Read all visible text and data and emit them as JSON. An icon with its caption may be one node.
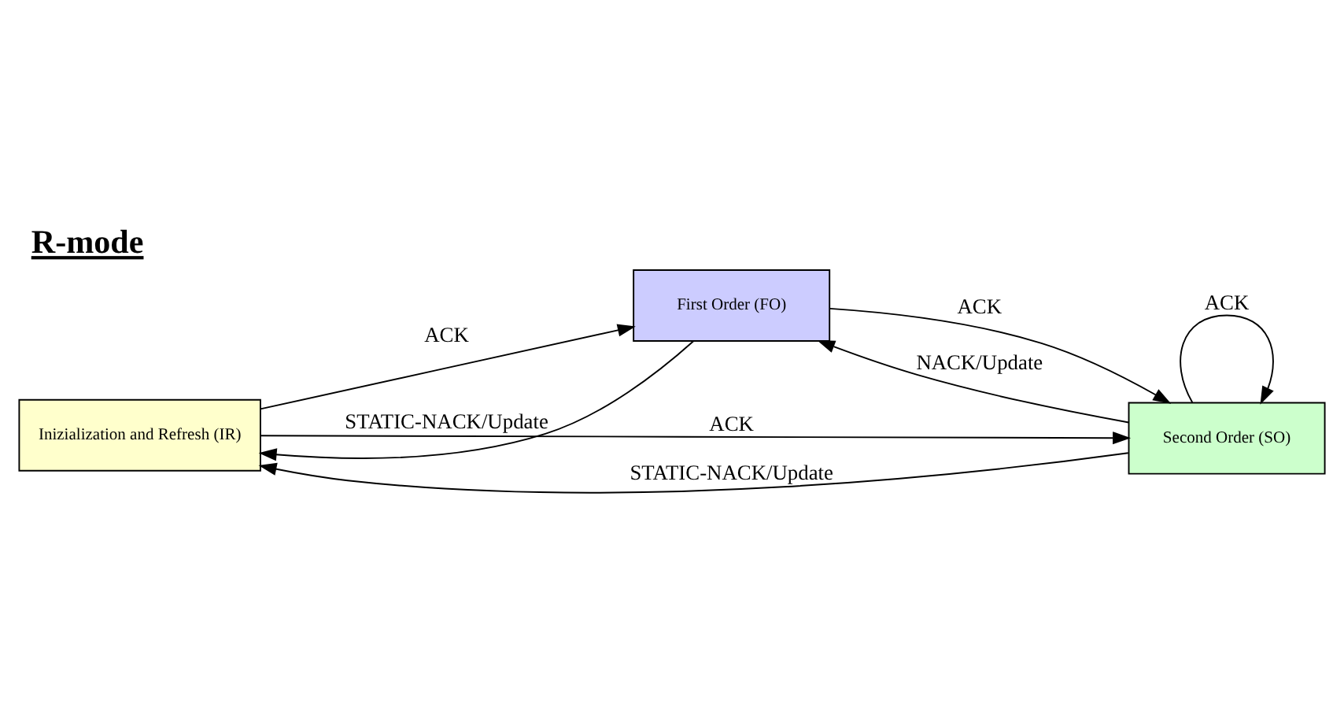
{
  "diagram": {
    "title": "R-mode",
    "nodes": [
      {
        "text": [
          "Inizialization and Refresh (IR)"
        ]
      },
      {
        "text": [
          "First Order (FO)"
        ]
      },
      {
        "text": [
          "Second Order (SO)"
        ]
      }
    ],
    "edges": [
      {
        "from": 0,
        "to": 2,
        "arrow": "to",
        "label": "ACK"
      },
      {
        "from": 0,
        "to": 1,
        "arrow": "to",
        "label": "ACK"
      },
      {
        "from": 1,
        "to": 2,
        "arrow": "to",
        "label": "ACK"
      },
      {
        "from": 2,
        "to": 2,
        "arrow": "to",
        "label": "ACK"
      },
      {
        "from": 1,
        "to": 0,
        "arrow": "to",
        "label": "STATIC-NACK/Update"
      },
      {
        "from": 2,
        "to": 1,
        "arrow": "to",
        "label": "NACK/Update"
      },
      {
        "from": 2,
        "to": 0,
        "arrow": "to",
        "label": "STATIC-NACK/Update"
      }
    ]
  }
}
